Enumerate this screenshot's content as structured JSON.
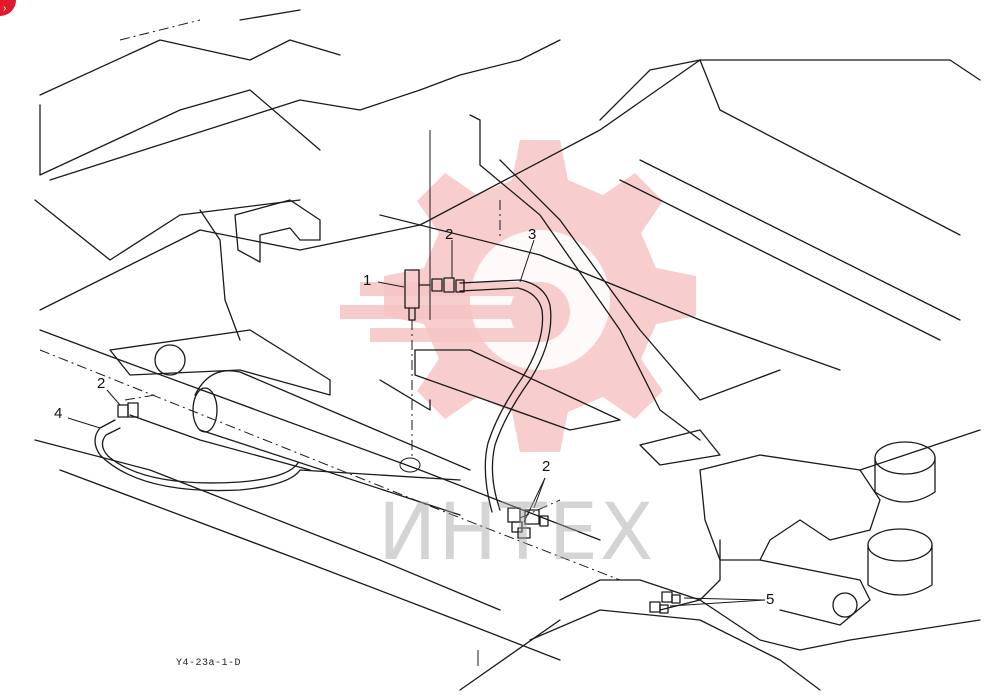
{
  "figure": {
    "code": "Y4-23a-1-D"
  },
  "callouts": [
    "1",
    "2",
    "3",
    "2",
    "4",
    "2",
    "5"
  ],
  "watermark": {
    "text": "ИНТЕХ",
    "gear_color": "#f6c4c4"
  },
  "icons": {
    "corner_badge": "red-circle-icon"
  }
}
